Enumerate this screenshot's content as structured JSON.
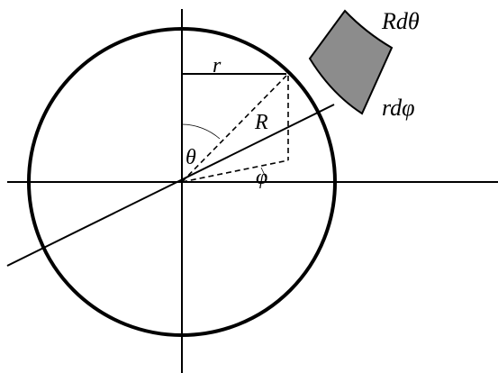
{
  "labels": {
    "r": "r",
    "R": "R",
    "theta": "θ",
    "phi": "φ",
    "R_dtheta": "Rdθ",
    "r_dphi": "rdφ"
  },
  "colors": {
    "stroke": "#000000",
    "patch_fill": "#8c8c8c",
    "background": "#ffffff"
  }
}
